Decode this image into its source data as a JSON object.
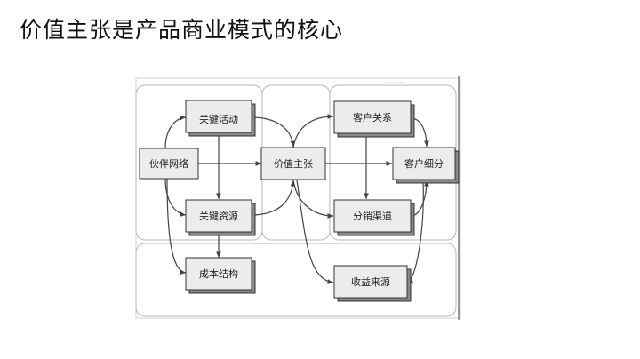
{
  "title": "价值主张是产品商业模式的核心",
  "corner_label": "...............",
  "nodes": {
    "key_activities": "关键活动",
    "partners": "伙伴网络",
    "key_resources": "关键资源",
    "value_prop": "价值主张",
    "customer_relations": "客户关系",
    "customer_segments": "客户细分",
    "channels": "分销渠道",
    "cost_structure": "成本结构",
    "revenue": "收益来源"
  },
  "colors": {
    "node_fill": "#ececec",
    "node_border": "#333333",
    "region_border": "#b5b5b5",
    "arrow": "#444444"
  }
}
